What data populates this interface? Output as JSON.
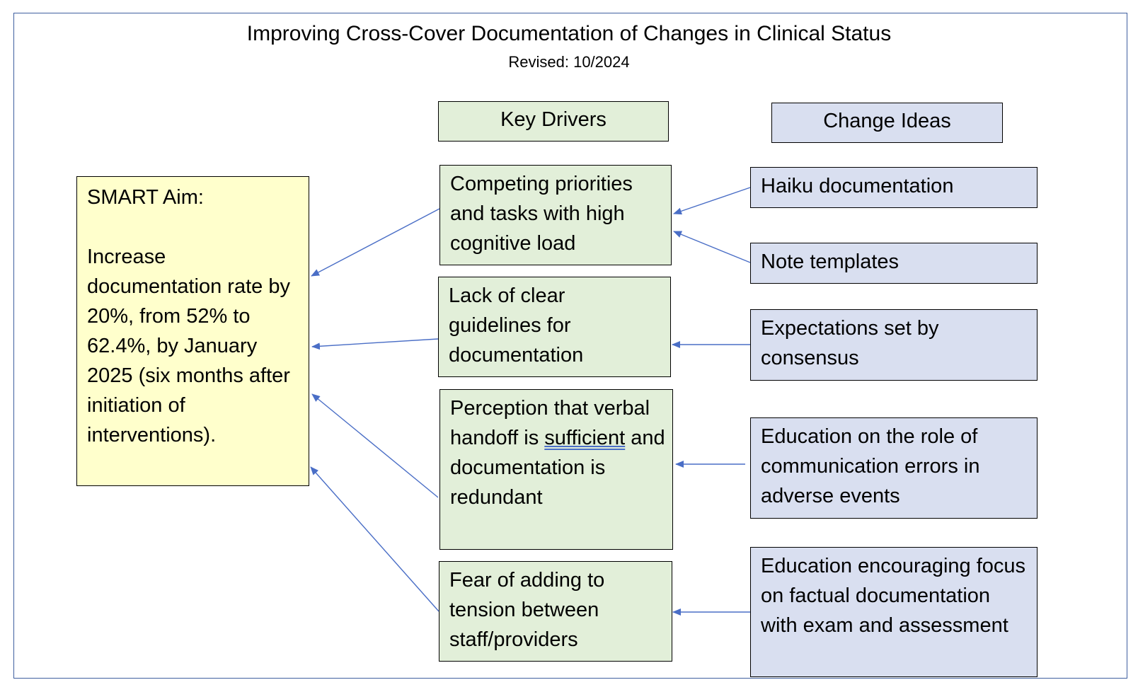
{
  "title": "Improving Cross-Cover Documentation of Changes in Clinical Status",
  "subtitle": "Revised:  10/2024",
  "colors": {
    "aim_fill": "#ffffcc",
    "driver_fill": "#e2efd9",
    "idea_fill": "#d9dff0",
    "arrow": "#4a6ec6"
  },
  "headers": {
    "key_drivers": "Key Drivers",
    "change_ideas": "Change Ideas"
  },
  "aim": {
    "label": "SMART Aim:",
    "text": "Increase documentation rate by 20%, from 52% to 62.4%, by January 2025 (six months after initiation of interventions)."
  },
  "drivers": [
    {
      "text": "Competing priorities and tasks with high cognitive load"
    },
    {
      "text": "Lack of clear guidelines for documentation"
    },
    {
      "before": "Perception that verbal handoff is ",
      "emphasis": "sufficient",
      "after": " and documentation is redundant"
    },
    {
      "text": "Fear of adding to tension between staff/providers"
    }
  ],
  "ideas": [
    {
      "text": "Haiku documentation"
    },
    {
      "text": "Note templates"
    },
    {
      "text": "Expectations set by consensus"
    },
    {
      "text": "Education on the role of communication errors in adverse events"
    },
    {
      "text": "Education encouraging focus on factual documentation with exam and assessment"
    }
  ]
}
